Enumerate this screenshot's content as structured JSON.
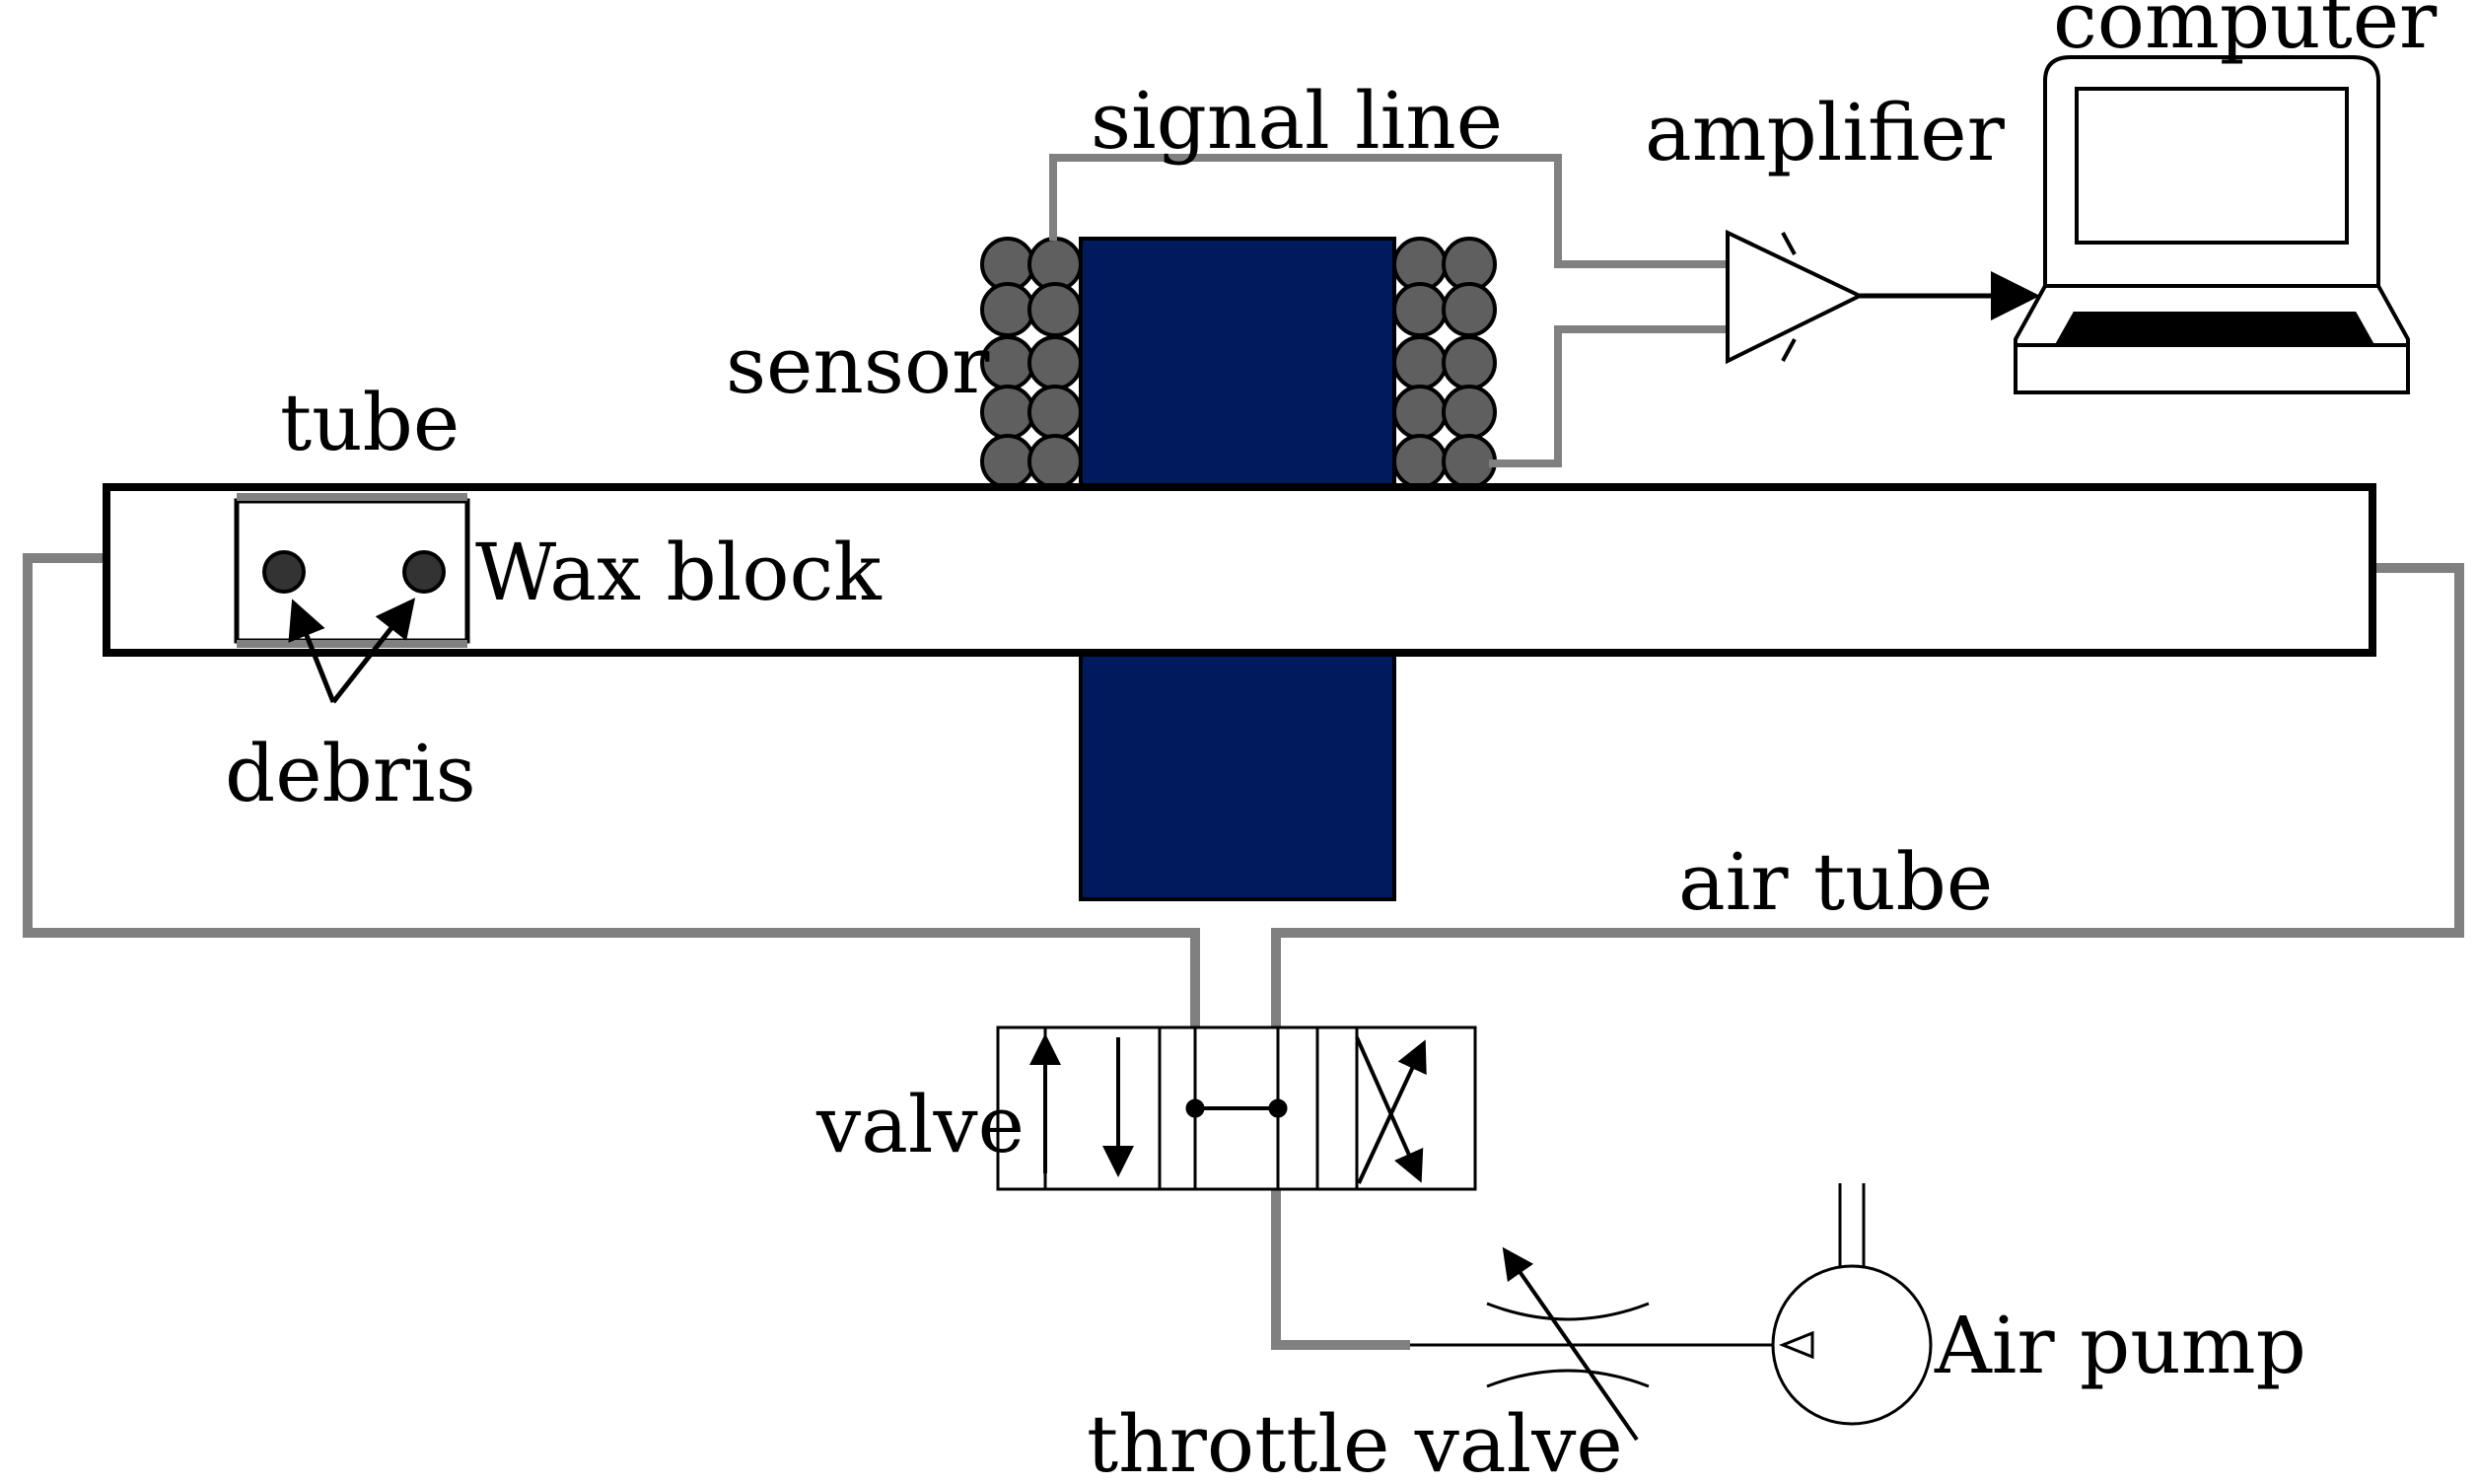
{
  "labels": {
    "computer": "computer",
    "signal_line": "signal line",
    "amplifier": "amplifier",
    "sensor": "sensor",
    "tube": "tube",
    "wax_block": "Wax block",
    "debris": "debris",
    "air_tube": "air tube",
    "valve": "valve",
    "air_pump": "Air pump",
    "throttle_valve": "throttle valve"
  },
  "colors": {
    "core": "#001A5E",
    "coil": "#5F5F5F",
    "debris": "#333333",
    "air_tube": "#808080",
    "outline": "#000000"
  },
  "icons": [
    "laptop-icon",
    "amplifier-symbol",
    "directional-valve-symbol",
    "throttle-valve-symbol",
    "pump-symbol"
  ]
}
